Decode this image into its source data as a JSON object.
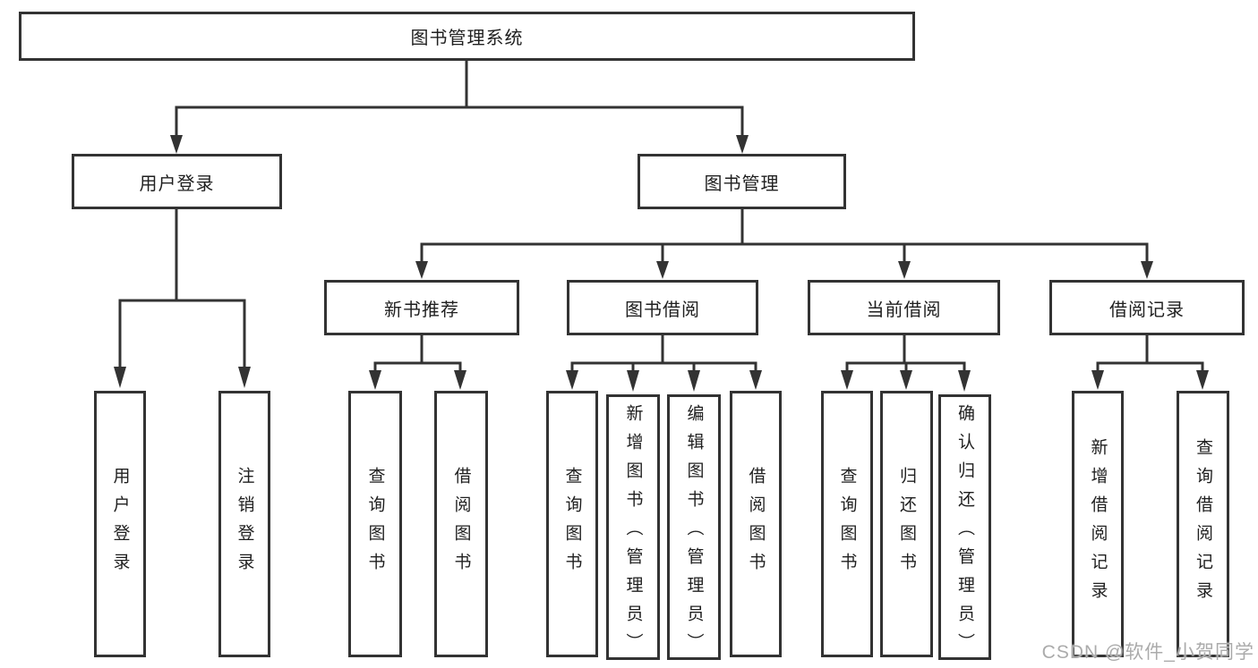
{
  "diagram": {
    "title_node": {
      "label": "图书管理系统"
    },
    "level2": [
      {
        "id": "user-login",
        "label": "用户登录"
      },
      {
        "id": "book-management",
        "label": "图书管理"
      }
    ],
    "level3": [
      {
        "id": "new-book-recommend",
        "label": "新书推荐"
      },
      {
        "id": "book-borrowing",
        "label": "图书借阅"
      },
      {
        "id": "current-borrowing",
        "label": "当前借阅"
      },
      {
        "id": "borrowing-records",
        "label": "借阅记录"
      }
    ],
    "leaves": {
      "user_login": [
        "用户登录",
        "注销登录"
      ],
      "new_book_recommend": [
        "查询图书",
        "借阅图书"
      ],
      "book_borrowing": [
        "查询图书",
        "新增图书（管理员）",
        "编辑图书（管理员）",
        "借阅图书"
      ],
      "current_borrowing": [
        "查询图书",
        "归还图书",
        "确认归还（管理员）"
      ],
      "borrowing_records": [
        "新增借阅记录",
        "查询借阅记录"
      ]
    }
  },
  "watermark": {
    "text": "CSDN @软件_小贺同学"
  },
  "colors": {
    "line": "#333333",
    "text": "#1f1f1f",
    "background": "#ffffff",
    "watermark": "#ababab"
  }
}
